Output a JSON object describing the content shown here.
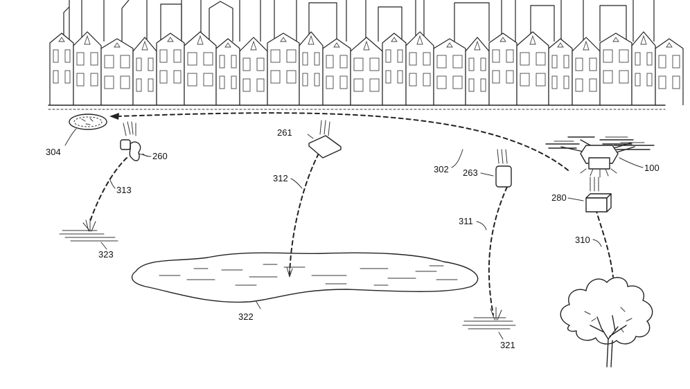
{
  "figure": {
    "reference_numerals": {
      "drone": "100",
      "item_260": "260",
      "item_261": "261",
      "item_263": "263",
      "item_280": "280",
      "path_302": "302",
      "target_304": "304",
      "path_310": "310",
      "path_311": "311",
      "path_312": "312",
      "path_313": "313",
      "ground_321": "321",
      "water_322": "322",
      "ground_323": "323"
    }
  }
}
